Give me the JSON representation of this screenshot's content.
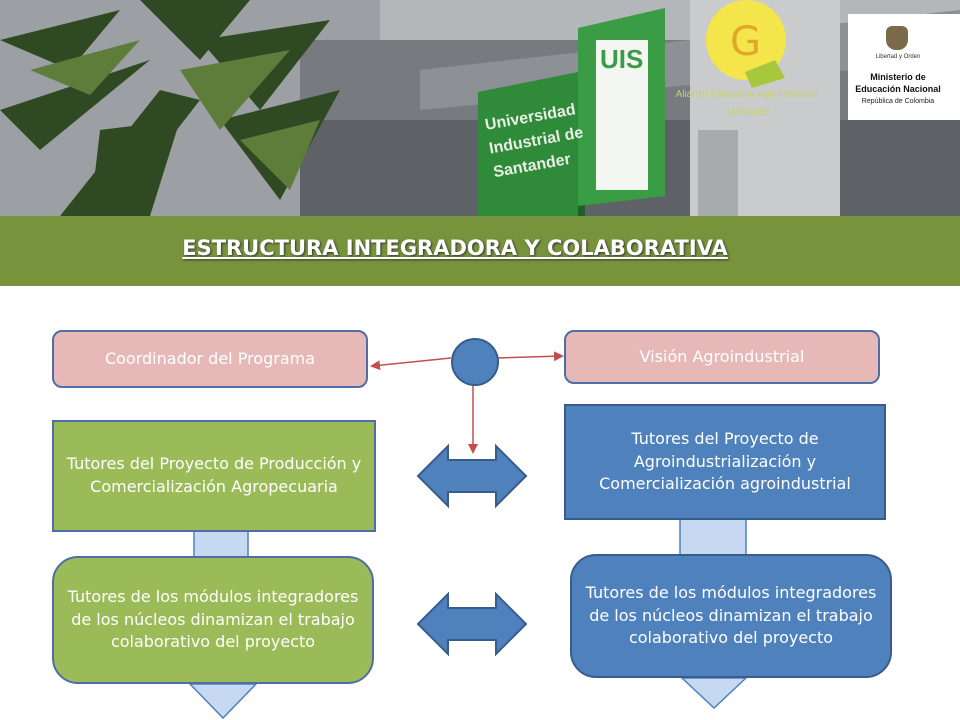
{
  "header": {
    "building_sign": "Universidad Industrial de Santander",
    "building_logo": "UIS",
    "alliance_label_line1": "Alianza Educativa Agroindustrial",
    "alliance_label_line2": "Santander",
    "ministry_logo_text": "Libertad y Orden",
    "ministry_name_line1": "Ministerio de",
    "ministry_name_line2": "Educación Nacional",
    "ministry_country": "República de Colombia"
  },
  "title": "ESTRUCTURA INTEGRADORA Y COLABORATIVA",
  "diagram": {
    "coordinator": "Coordinador del Programa",
    "vision": "Visión Agroindustrial",
    "left_tutors": "Tutores del  Proyecto de Producción  y Comercialización Agropecuaria",
    "right_tutors": "Tutores del  Proyecto de Agroindustrialización y Comercialización agroindustrial",
    "left_modules": "Tutores de los módulos integradores de los núcleos dinamizan el trabajo colaborativo del proyecto",
    "right_modules": "Tutores de los módulos integradores de  los núcleos dinamizan el trabajo colaborativo del proyecto"
  },
  "colors": {
    "title_band": "#77933c",
    "pink_box": "#e6b9b8",
    "green_box": "#9bbb59",
    "blue_box": "#4f81bd",
    "arrow_red": "#c0504d"
  }
}
